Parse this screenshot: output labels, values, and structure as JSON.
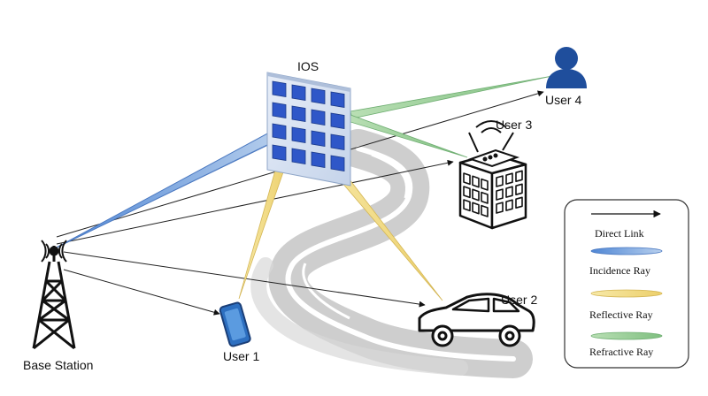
{
  "labels": {
    "ios": "IOS",
    "base_station": "Base Station",
    "user1": "User 1",
    "user2": "User 2",
    "user3": "User 3",
    "user4": "User 4"
  },
  "legend": {
    "direct": "Direct Link",
    "incidence": "Incidence Ray",
    "reflective": "Reflective Ray",
    "refractive": "Refractive Ray"
  },
  "colors": {
    "incidence": "#6f9fd8",
    "reflective": "#f2dc8a",
    "refractive": "#9fcf9a",
    "panel": "#d6e2f2",
    "element": "#2f57c8",
    "user4": "#1f4e9c",
    "road": "#c4c4c4"
  }
}
